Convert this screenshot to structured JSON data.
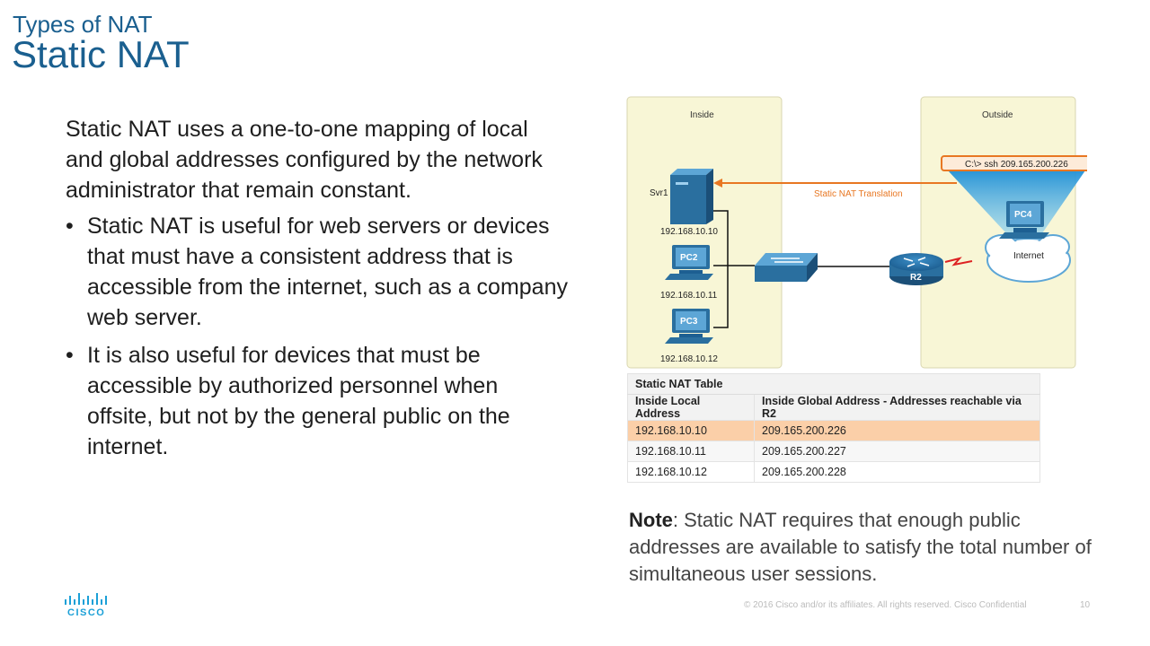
{
  "slide": {
    "subtitle": "Types of NAT",
    "title": "Static NAT",
    "intro": "Static NAT uses a one-to-one mapping of local and global addresses configured by the network administrator that remain constant.",
    "bullets": [
      "Static NAT is useful for web servers or devices that must have a consistent address that is accessible from the internet, such as a company web server.",
      "It is also useful for devices that must be accessible by authorized personnel when offsite, but not by the general public on the internet."
    ]
  },
  "diagram": {
    "inside_label": "Inside",
    "outside_label": "Outside",
    "svr1_label": "Svr1",
    "svr1_ip": "192.168.10.10",
    "pc2_label": "PC2",
    "pc2_ip": "192.168.10.11",
    "pc3_label": "PC3",
    "pc3_ip": "192.168.10.12",
    "router_label": "R2",
    "internet_label": "Internet",
    "pc4_label": "PC4",
    "command": "C:\\> ssh 209.165.200.226",
    "translation_label": "Static NAT Translation"
  },
  "nat_table": {
    "caption": "Static NAT Table",
    "headers": [
      "Inside Local Address",
      "Inside Global Address - Addresses reachable via R2"
    ],
    "rows": [
      [
        "192.168.10.10",
        "209.165.200.226"
      ],
      [
        "192.168.10.11",
        "209.165.200.227"
      ],
      [
        "192.168.10.12",
        "209.165.200.228"
      ]
    ]
  },
  "note": {
    "label": "Note",
    "text": ": Static NAT requires that enough public addresses are available to satisfy the total number of simultaneous user sessions."
  },
  "footer": {
    "copyright": "© 2016  Cisco and/or its affiliates. All rights reserved.   Cisco Confidential",
    "page_number": "10",
    "logo_text": "CISCO"
  },
  "colors": {
    "title": "#1a5f8f",
    "zone_fill": "#f8f6d6",
    "device_blue": "#2a6f9f",
    "arrow_orange": "#e87722",
    "highlight_row": "#fbcfa8"
  }
}
